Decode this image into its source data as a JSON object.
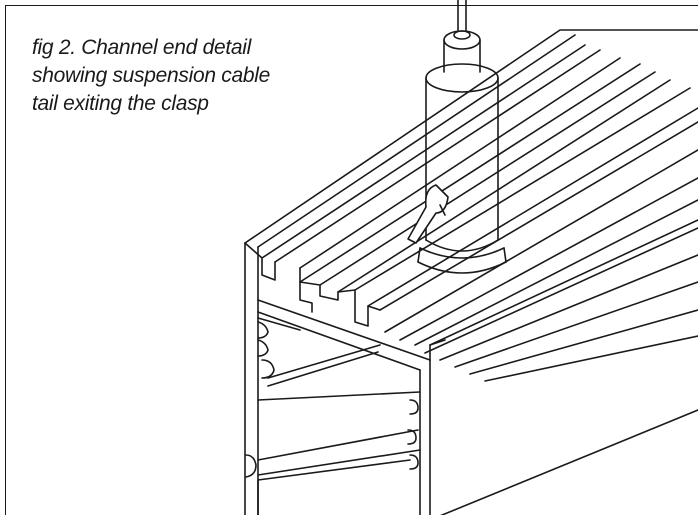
{
  "figure": {
    "caption_lines": [
      "fig 2. Channel end detail",
      "showing suspension cable",
      "tail exiting the clasp"
    ],
    "line_color": "#1a1a1a",
    "background_color": "#ffffff"
  }
}
